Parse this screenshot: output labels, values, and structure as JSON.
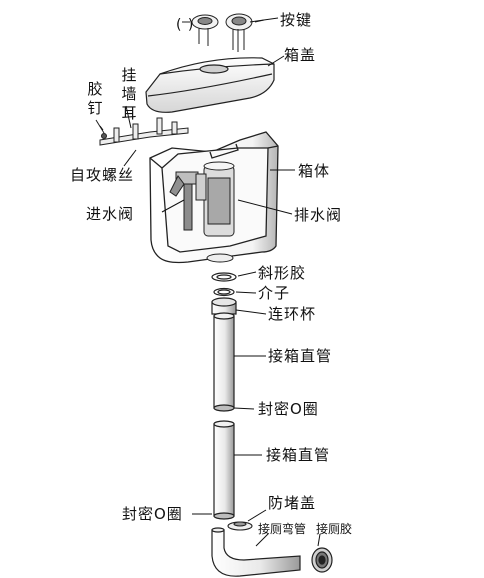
{
  "labels": {
    "anjian": "按键",
    "parens": "( )",
    "xianggai": "箱盖",
    "jiaoding": [
      "胶",
      "钉"
    ],
    "guaqianger": [
      "挂",
      "墙",
      "耳"
    ],
    "zigongluosi": "自攻螺丝",
    "xiangti": "箱体",
    "jinshuifa": "进水阀",
    "paishuifa": "排水阀",
    "xiexingjiao": "斜形胶",
    "jiezi": "介子",
    "lianhuanbei": "连环杯",
    "jiexiangzhiguan_1": "接箱直管",
    "mifengquan_1": "封密O圈",
    "jiexiangzhiguan_2": "接箱直管",
    "fangdugai": "防堵盖",
    "mifengquan_2": "封密O圈",
    "jiecewanguan": "接厕弯管",
    "jiecejiao": "接厕胶"
  }
}
